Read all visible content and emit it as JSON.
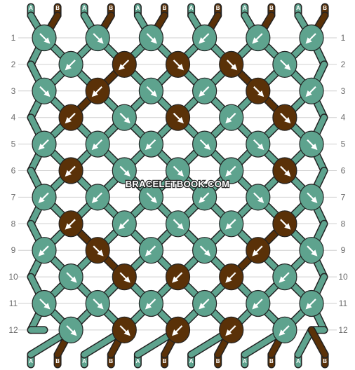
{
  "colors": {
    "A": "#5ea38e",
    "B": "#5a3108",
    "outline": "#222222",
    "gridline": "#cfcfcf",
    "arrow": "#ffffff"
  },
  "strand_labels": [
    "A",
    "B",
    "A",
    "B",
    "A",
    "B",
    "A",
    "B",
    "A",
    "B",
    "A",
    "B"
  ],
  "row_numbers": [
    1,
    2,
    3,
    4,
    5,
    6,
    7,
    8,
    9,
    10,
    11,
    12
  ],
  "watermark": "BRACELETBOOK.COM",
  "knots": [
    [
      {
        "c": "A",
        "d": "f"
      },
      {
        "c": "A",
        "d": "f"
      },
      {
        "c": "A",
        "d": "f"
      },
      {
        "c": "A",
        "d": "b"
      },
      {
        "c": "A",
        "d": "b"
      },
      {
        "c": "A",
        "d": "b"
      }
    ],
    [
      {
        "c": "A",
        "d": "b"
      },
      {
        "c": "B",
        "d": "bf"
      },
      {
        "c": "B",
        "d": "f"
      },
      {
        "c": "B",
        "d": "fb"
      },
      {
        "c": "A",
        "d": "f"
      }
    ],
    [
      {
        "c": "A",
        "d": "f"
      },
      {
        "c": "B",
        "d": "b"
      },
      {
        "c": "A",
        "d": "f"
      },
      {
        "c": "A",
        "d": "b"
      },
      {
        "c": "B",
        "d": "f"
      },
      {
        "c": "A",
        "d": "b"
      }
    ],
    [
      {
        "c": "B",
        "d": "bf"
      },
      {
        "c": "A",
        "d": "fb"
      },
      {
        "c": "B",
        "d": "f"
      },
      {
        "c": "A",
        "d": "bf"
      },
      {
        "c": "B",
        "d": "fb"
      }
    ],
    [
      {
        "c": "A",
        "d": "b"
      },
      {
        "c": "A",
        "d": "b"
      },
      {
        "c": "A",
        "d": "bf"
      },
      {
        "c": "A",
        "d": "fb"
      },
      {
        "c": "A",
        "d": "f"
      },
      {
        "c": "A",
        "d": "f"
      }
    ],
    [
      {
        "c": "B",
        "d": "b"
      },
      {
        "c": "A",
        "d": "fb"
      },
      {
        "c": "A",
        "d": "f"
      },
      {
        "c": "A",
        "d": "bf"
      },
      {
        "c": "B",
        "d": "f"
      }
    ],
    [
      {
        "c": "A",
        "d": "b"
      },
      {
        "c": "A",
        "d": "b"
      },
      {
        "c": "A",
        "d": "fb"
      },
      {
        "c": "A",
        "d": "bf"
      },
      {
        "c": "A",
        "d": "f"
      },
      {
        "c": "A",
        "d": "f"
      }
    ],
    [
      {
        "c": "B",
        "d": "bf"
      },
      {
        "c": "A",
        "d": "b"
      },
      {
        "c": "A",
        "d": "f"
      },
      {
        "c": "A",
        "d": "b"
      },
      {
        "c": "B",
        "d": "fb"
      }
    ],
    [
      {
        "c": "A",
        "d": "b"
      },
      {
        "c": "B",
        "d": "f"
      },
      {
        "c": "A",
        "d": "b"
      },
      {
        "c": "A",
        "d": "f"
      },
      {
        "c": "B",
        "d": "b"
      },
      {
        "c": "A",
        "d": "f"
      }
    ],
    [
      {
        "c": "A",
        "d": "fb"
      },
      {
        "c": "B",
        "d": "f"
      },
      {
        "c": "B",
        "d": "bf"
      },
      {
        "c": "B",
        "d": "b"
      },
      {
        "c": "A",
        "d": "bf"
      }
    ],
    [
      {
        "c": "A",
        "d": "f"
      },
      {
        "c": "A",
        "d": "f"
      },
      {
        "c": "A",
        "d": "bf"
      },
      {
        "c": "A",
        "d": "b"
      },
      {
        "c": "A",
        "d": "b"
      },
      {
        "c": "A",
        "d": "b"
      }
    ],
    [
      {
        "c": "A",
        "d": "fb"
      },
      {
        "c": "B",
        "d": "f"
      },
      {
        "c": "B",
        "d": "bf"
      },
      {
        "c": "B",
        "d": "b"
      },
      {
        "c": "A",
        "d": "bf"
      }
    ]
  ]
}
